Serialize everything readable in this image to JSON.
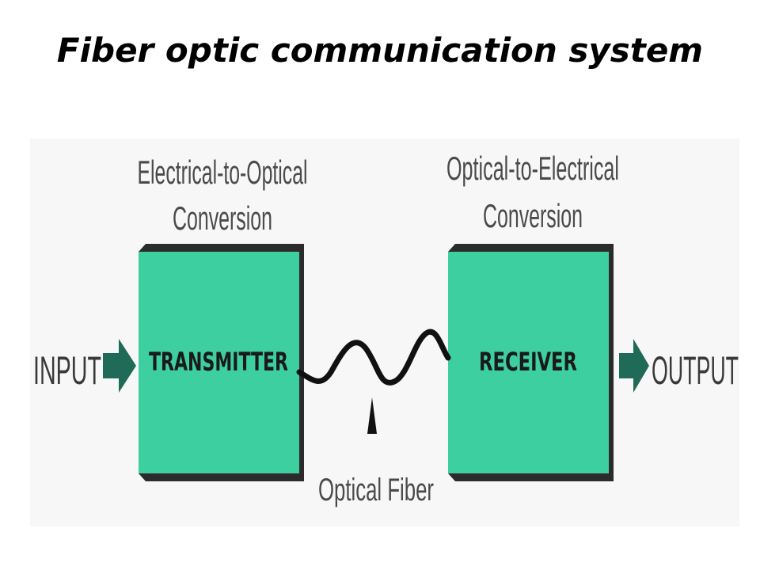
{
  "title": "Fiber optic communication system",
  "diagram": {
    "transmitter": {
      "caption_line1": "Electrical-to-Optical",
      "caption_line2": "Conversion",
      "label": "TRANSMITTER"
    },
    "receiver": {
      "caption_line1": "Optical-to-Electrical",
      "caption_line2": "Conversion",
      "label": "RECEIVER"
    },
    "input_label": "INPUT",
    "output_label": "OUTPUT",
    "fiber_label": "Optical Fiber"
  },
  "colors": {
    "box_fill": "#3ecfa0",
    "box_shadow": "#2b2b2b",
    "arrow_fill": "#1f6b57",
    "fiber_line": "#111111"
  }
}
